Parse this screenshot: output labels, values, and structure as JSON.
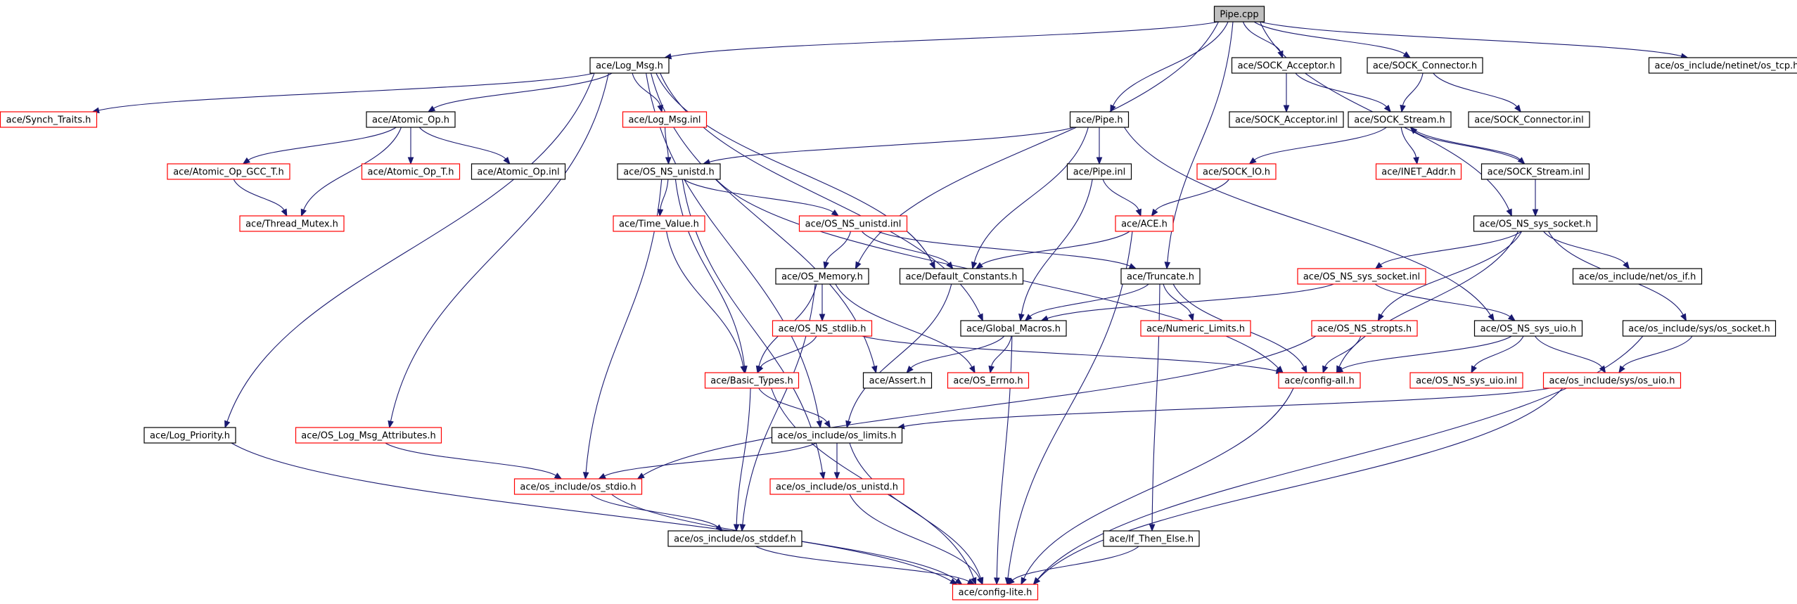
{
  "graph": {
    "root": "Pipe.cpp",
    "colors": {
      "background": "#ffffff",
      "edge": "#191970",
      "border_default": "#000000",
      "border_truncated": "#ff0000",
      "root_fill": "#bfbfbf",
      "node_fill": "#ffffff"
    },
    "nodes": [
      {
        "id": "pipe_cpp",
        "label": "Pipe.cpp",
        "border": "black",
        "root": true
      },
      {
        "id": "log_msg_h",
        "label": "ace/Log_Msg.h",
        "border": "black"
      },
      {
        "id": "sock_acceptor_h",
        "label": "ace/SOCK_Acceptor.h",
        "border": "black"
      },
      {
        "id": "sock_connector_h",
        "label": "ace/SOCK_Connector.h",
        "border": "black"
      },
      {
        "id": "netinet_tcp_h",
        "label": "ace/os_include/netinet/os_tcp.h",
        "border": "black"
      },
      {
        "id": "synch_traits_h",
        "label": "ace/Synch_Traits.h",
        "border": "red"
      },
      {
        "id": "atomic_op_h",
        "label": "ace/Atomic_Op.h",
        "border": "black"
      },
      {
        "id": "log_msg_inl",
        "label": "ace/Log_Msg.inl",
        "border": "red"
      },
      {
        "id": "pipe_h",
        "label": "ace/Pipe.h",
        "border": "black"
      },
      {
        "id": "sock_acceptor_inl",
        "label": "ace/SOCK_Acceptor.inl",
        "border": "black"
      },
      {
        "id": "sock_stream_h",
        "label": "ace/SOCK_Stream.h",
        "border": "black"
      },
      {
        "id": "sock_connector_inl",
        "label": "ace/SOCK_Connector.inl",
        "border": "black"
      },
      {
        "id": "atomic_op_gcc_t_h",
        "label": "ace/Atomic_Op_GCC_T.h",
        "border": "red"
      },
      {
        "id": "atomic_op_t_h",
        "label": "ace/Atomic_Op_T.h",
        "border": "red"
      },
      {
        "id": "atomic_op_inl",
        "label": "ace/Atomic_Op.inl",
        "border": "black"
      },
      {
        "id": "os_ns_unistd_h",
        "label": "ace/OS_NS_unistd.h",
        "border": "black"
      },
      {
        "id": "pipe_inl",
        "label": "ace/Pipe.inl",
        "border": "black"
      },
      {
        "id": "sock_io_h",
        "label": "ace/SOCK_IO.h",
        "border": "red"
      },
      {
        "id": "inet_addr_h",
        "label": "ace/INET_Addr.h",
        "border": "red"
      },
      {
        "id": "sock_stream_inl",
        "label": "ace/SOCK_Stream.inl",
        "border": "black"
      },
      {
        "id": "thread_mutex_h",
        "label": "ace/Thread_Mutex.h",
        "border": "red"
      },
      {
        "id": "time_value_h",
        "label": "ace/Time_Value.h",
        "border": "red"
      },
      {
        "id": "os_ns_unistd_inl",
        "label": "ace/OS_NS_unistd.inl",
        "border": "red"
      },
      {
        "id": "ace_h",
        "label": "ace/ACE.h",
        "border": "red"
      },
      {
        "id": "os_ns_sys_socket_h",
        "label": "ace/OS_NS_sys_socket.h",
        "border": "black"
      },
      {
        "id": "os_memory_h",
        "label": "ace/OS_Memory.h",
        "border": "black"
      },
      {
        "id": "default_constants_h",
        "label": "ace/Default_Constants.h",
        "border": "black"
      },
      {
        "id": "truncate_h",
        "label": "ace/Truncate.h",
        "border": "black"
      },
      {
        "id": "os_ns_sys_socket_inl",
        "label": "ace/OS_NS_sys_socket.inl",
        "border": "red"
      },
      {
        "id": "net_os_if_h",
        "label": "ace/os_include/net/os_if.h",
        "border": "black"
      },
      {
        "id": "os_ns_stdlib_h",
        "label": "ace/OS_NS_stdlib.h",
        "border": "red"
      },
      {
        "id": "global_macros_h",
        "label": "ace/Global_Macros.h",
        "border": "black"
      },
      {
        "id": "numeric_limits_h",
        "label": "ace/Numeric_Limits.h",
        "border": "red"
      },
      {
        "id": "os_ns_stropts_h",
        "label": "ace/OS_NS_stropts.h",
        "border": "red"
      },
      {
        "id": "os_ns_sys_uio_h",
        "label": "ace/OS_NS_sys_uio.h",
        "border": "black"
      },
      {
        "id": "sys_os_socket_h",
        "label": "ace/os_include/sys/os_socket.h",
        "border": "black"
      },
      {
        "id": "basic_types_h",
        "label": "ace/Basic_Types.h",
        "border": "red"
      },
      {
        "id": "assert_h",
        "label": "ace/Assert.h",
        "border": "black"
      },
      {
        "id": "os_errno_h",
        "label": "ace/OS_Errno.h",
        "border": "red"
      },
      {
        "id": "config_all_h",
        "label": "ace/config-all.h",
        "border": "red"
      },
      {
        "id": "os_ns_sys_uio_inl",
        "label": "ace/OS_NS_sys_uio.inl",
        "border": "red"
      },
      {
        "id": "sys_os_uio_h",
        "label": "ace/os_include/sys/os_uio.h",
        "border": "red"
      },
      {
        "id": "log_priority_h",
        "label": "ace/Log_Priority.h",
        "border": "black"
      },
      {
        "id": "os_log_msg_attributes_h",
        "label": "ace/OS_Log_Msg_Attributes.h",
        "border": "red"
      },
      {
        "id": "os_limits_h",
        "label": "ace/os_include/os_limits.h",
        "border": "black"
      },
      {
        "id": "os_stdio_h",
        "label": "ace/os_include/os_stdio.h",
        "border": "red"
      },
      {
        "id": "os_unistd_h",
        "label": "ace/os_include/os_unistd.h",
        "border": "red"
      },
      {
        "id": "os_stddef_h",
        "label": "ace/os_include/os_stddef.h",
        "border": "black"
      },
      {
        "id": "if_then_else_h",
        "label": "ace/If_Then_Else.h",
        "border": "black"
      },
      {
        "id": "config_lite_h",
        "label": "ace/config-lite.h",
        "border": "red"
      }
    ],
    "edges": [
      [
        "pipe_cpp",
        "log_msg_h"
      ],
      [
        "pipe_cpp",
        "sock_acceptor_h"
      ],
      [
        "pipe_cpp",
        "sock_connector_h"
      ],
      [
        "pipe_cpp",
        "netinet_tcp_h"
      ],
      [
        "pipe_cpp",
        "pipe_h"
      ],
      [
        "pipe_cpp",
        "os_memory_h"
      ],
      [
        "pipe_cpp",
        "truncate_h"
      ],
      [
        "pipe_cpp",
        "os_ns_sys_socket_h"
      ],
      [
        "log_msg_h",
        "synch_traits_h"
      ],
      [
        "log_msg_h",
        "atomic_op_h"
      ],
      [
        "log_msg_h",
        "log_msg_inl"
      ],
      [
        "log_msg_h",
        "log_priority_h"
      ],
      [
        "log_msg_h",
        "os_log_msg_attributes_h"
      ],
      [
        "log_msg_h",
        "default_constants_h"
      ],
      [
        "log_msg_h",
        "global_macros_h"
      ],
      [
        "log_msg_h",
        "assert_h"
      ],
      [
        "log_msg_h",
        "os_limits_h"
      ],
      [
        "atomic_op_h",
        "atomic_op_gcc_t_h"
      ],
      [
        "atomic_op_h",
        "atomic_op_t_h"
      ],
      [
        "atomic_op_h",
        "atomic_op_inl"
      ],
      [
        "atomic_op_h",
        "thread_mutex_h"
      ],
      [
        "atomic_op_gcc_t_h",
        "thread_mutex_h"
      ],
      [
        "log_msg_inl",
        "os_ns_unistd_h"
      ],
      [
        "sock_acceptor_h",
        "sock_acceptor_inl"
      ],
      [
        "sock_acceptor_h",
        "sock_stream_h"
      ],
      [
        "sock_connector_h",
        "sock_stream_h"
      ],
      [
        "sock_connector_h",
        "sock_connector_inl"
      ],
      [
        "sock_stream_h",
        "sock_io_h"
      ],
      [
        "sock_stream_h",
        "inet_addr_h"
      ],
      [
        "sock_stream_h",
        "sock_stream_inl"
      ],
      [
        "sock_stream_inl",
        "sock_stream_h"
      ],
      [
        "sock_stream_inl",
        "os_ns_sys_socket_h"
      ],
      [
        "sock_io_h",
        "ace_h"
      ],
      [
        "pipe_h",
        "os_ns_unistd_h"
      ],
      [
        "pipe_h",
        "pipe_inl"
      ],
      [
        "pipe_h",
        "default_constants_h"
      ],
      [
        "pipe_h",
        "os_ns_sys_uio_h"
      ],
      [
        "pipe_inl",
        "ace_h"
      ],
      [
        "pipe_inl",
        "global_macros_h"
      ],
      [
        "ace_h",
        "default_constants_h"
      ],
      [
        "ace_h",
        "config_lite_h"
      ],
      [
        "os_ns_unistd_h",
        "time_value_h"
      ],
      [
        "os_ns_unistd_h",
        "os_ns_unistd_inl"
      ],
      [
        "os_ns_unistd_h",
        "basic_types_h"
      ],
      [
        "os_ns_unistd_h",
        "os_stdio_h"
      ],
      [
        "os_ns_unistd_h",
        "os_unistd_h"
      ],
      [
        "os_ns_unistd_h",
        "config_all_h"
      ],
      [
        "os_ns_unistd_inl",
        "os_memory_h"
      ],
      [
        "os_ns_unistd_inl",
        "default_constants_h"
      ],
      [
        "os_ns_unistd_inl",
        "truncate_h"
      ],
      [
        "time_value_h",
        "basic_types_h"
      ],
      [
        "os_memory_h",
        "os_ns_stdlib_h"
      ],
      [
        "os_memory_h",
        "basic_types_h"
      ],
      [
        "os_memory_h",
        "os_errno_h"
      ],
      [
        "os_memory_h",
        "os_stddef_h"
      ],
      [
        "default_constants_h",
        "os_limits_h"
      ],
      [
        "truncate_h",
        "global_macros_h"
      ],
      [
        "truncate_h",
        "numeric_limits_h"
      ],
      [
        "truncate_h",
        "config_all_h"
      ],
      [
        "truncate_h",
        "if_then_else_h"
      ],
      [
        "global_macros_h",
        "assert_h"
      ],
      [
        "global_macros_h",
        "os_errno_h"
      ],
      [
        "global_macros_h",
        "config_lite_h"
      ],
      [
        "os_ns_stdlib_h",
        "basic_types_h"
      ],
      [
        "os_ns_stdlib_h",
        "config_all_h"
      ],
      [
        "os_ns_sys_socket_h",
        "os_ns_sys_socket_inl"
      ],
      [
        "os_ns_sys_socket_h",
        "net_os_if_h"
      ],
      [
        "os_ns_sys_socket_h",
        "sys_os_socket_h"
      ],
      [
        "os_ns_sys_socket_h",
        "config_all_h"
      ],
      [
        "os_ns_sys_socket_h",
        "os_ns_stropts_h"
      ],
      [
        "os_ns_sys_socket_inl",
        "global_macros_h"
      ],
      [
        "os_ns_sys_socket_inl",
        "os_ns_sys_uio_h"
      ],
      [
        "os_ns_stropts_h",
        "config_all_h"
      ],
      [
        "os_ns_stropts_h",
        "os_stdio_h"
      ],
      [
        "os_ns_sys_uio_h",
        "config_all_h"
      ],
      [
        "os_ns_sys_uio_h",
        "os_ns_sys_uio_inl"
      ],
      [
        "os_ns_sys_uio_h",
        "sys_os_uio_h"
      ],
      [
        "sys_os_socket_h",
        "sys_os_uio_h"
      ],
      [
        "sys_os_socket_h",
        "config_lite_h"
      ],
      [
        "sys_os_uio_h",
        "os_limits_h"
      ],
      [
        "sys_os_uio_h",
        "config_lite_h"
      ],
      [
        "basic_types_h",
        "os_limits_h"
      ],
      [
        "basic_types_h",
        "os_stddef_h"
      ],
      [
        "basic_types_h",
        "config_lite_h"
      ],
      [
        "config_all_h",
        "config_lite_h"
      ],
      [
        "log_priority_h",
        "config_lite_h"
      ],
      [
        "os_log_msg_attributes_h",
        "os_stdio_h"
      ],
      [
        "os_limits_h",
        "os_stdio_h"
      ],
      [
        "os_limits_h",
        "os_unistd_h"
      ],
      [
        "os_limits_h",
        "config_lite_h"
      ],
      [
        "os_stdio_h",
        "os_stddef_h"
      ],
      [
        "os_stdio_h",
        "config_lite_h"
      ],
      [
        "os_unistd_h",
        "config_lite_h"
      ],
      [
        "os_stddef_h",
        "config_lite_h"
      ],
      [
        "if_then_else_h",
        "config_lite_h"
      ]
    ]
  }
}
